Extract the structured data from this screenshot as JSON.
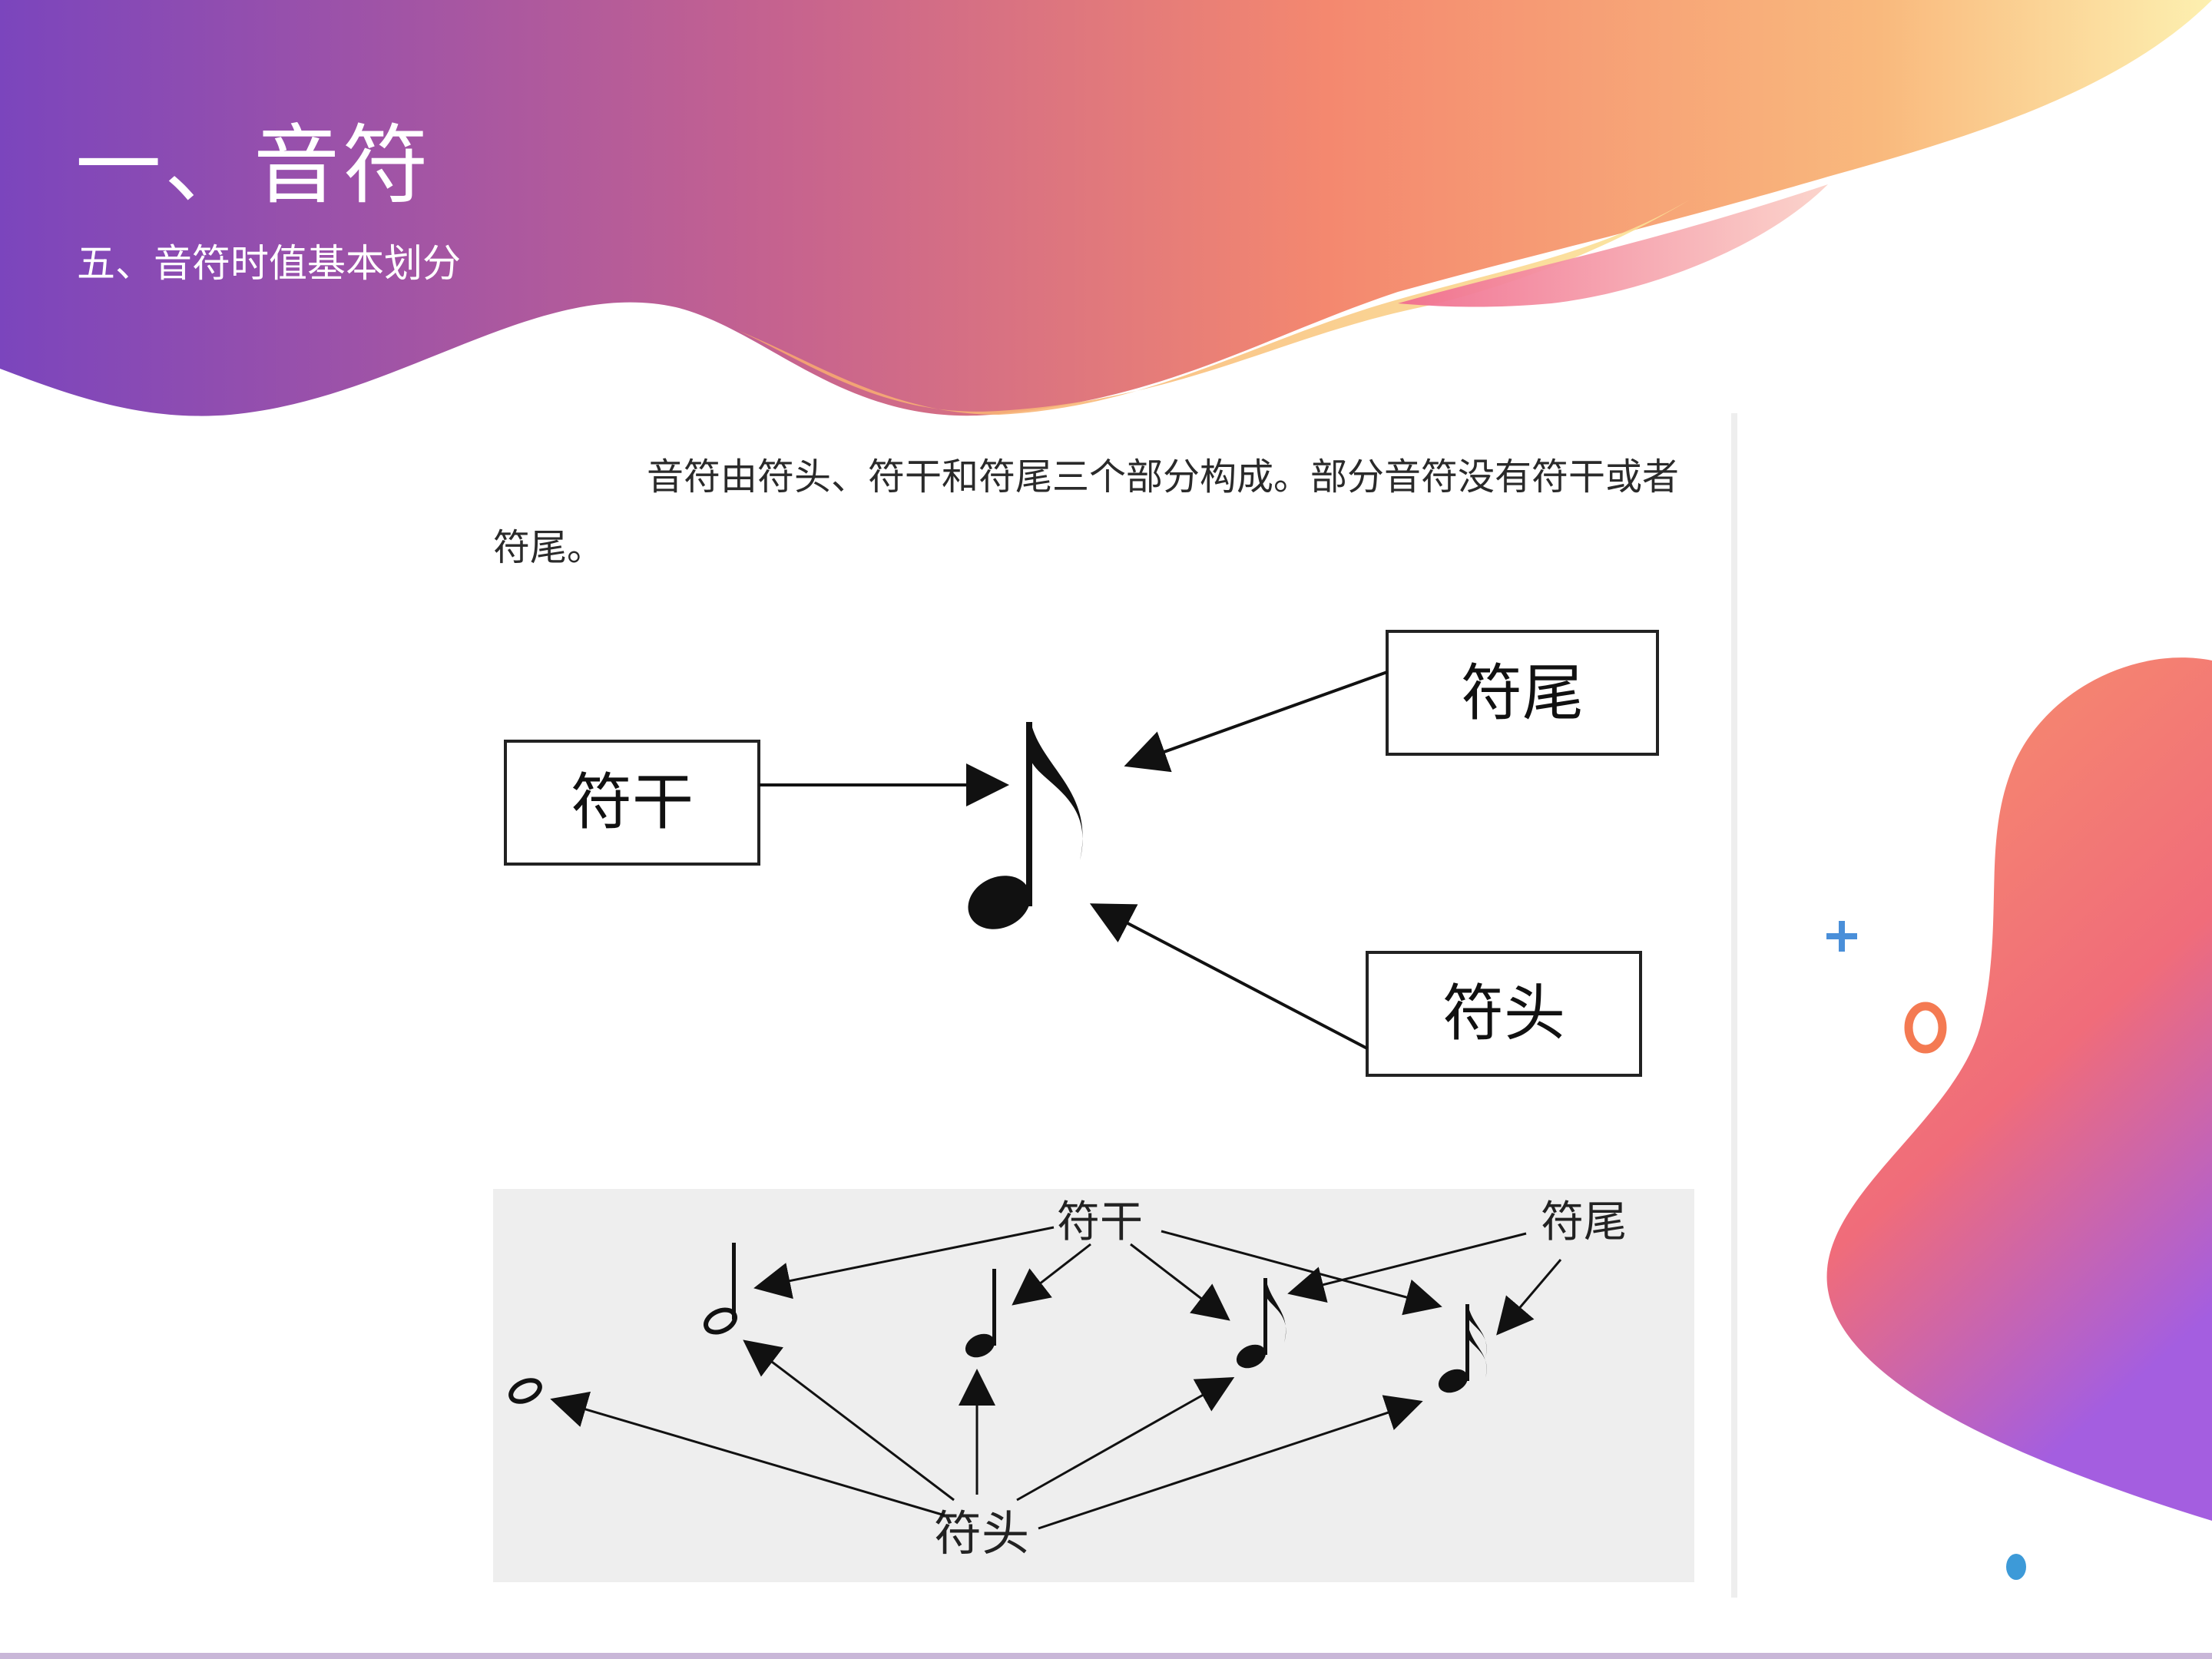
{
  "slide": {
    "title": "一、音符",
    "subtitle": "五、音符时值基本划分",
    "paragraph": "音符由符头、符干和符尾三个部分构成。部分音符没有符干或者符尾。"
  },
  "diagram1": {
    "label_stem": "符干",
    "label_flag": "符尾",
    "label_head": "符头"
  },
  "diagram2": {
    "label_stem": "符干",
    "label_flag": "符尾",
    "label_head": "符头"
  },
  "colors": {
    "purple": "#7c4bbd",
    "orange": "#f58a6c",
    "yellow": "#fbe08a",
    "pink": "#f27a8e",
    "accent_blue": "#4a90d9"
  },
  "icons": [
    "plus-icon",
    "ring-icon",
    "dot-icon"
  ]
}
